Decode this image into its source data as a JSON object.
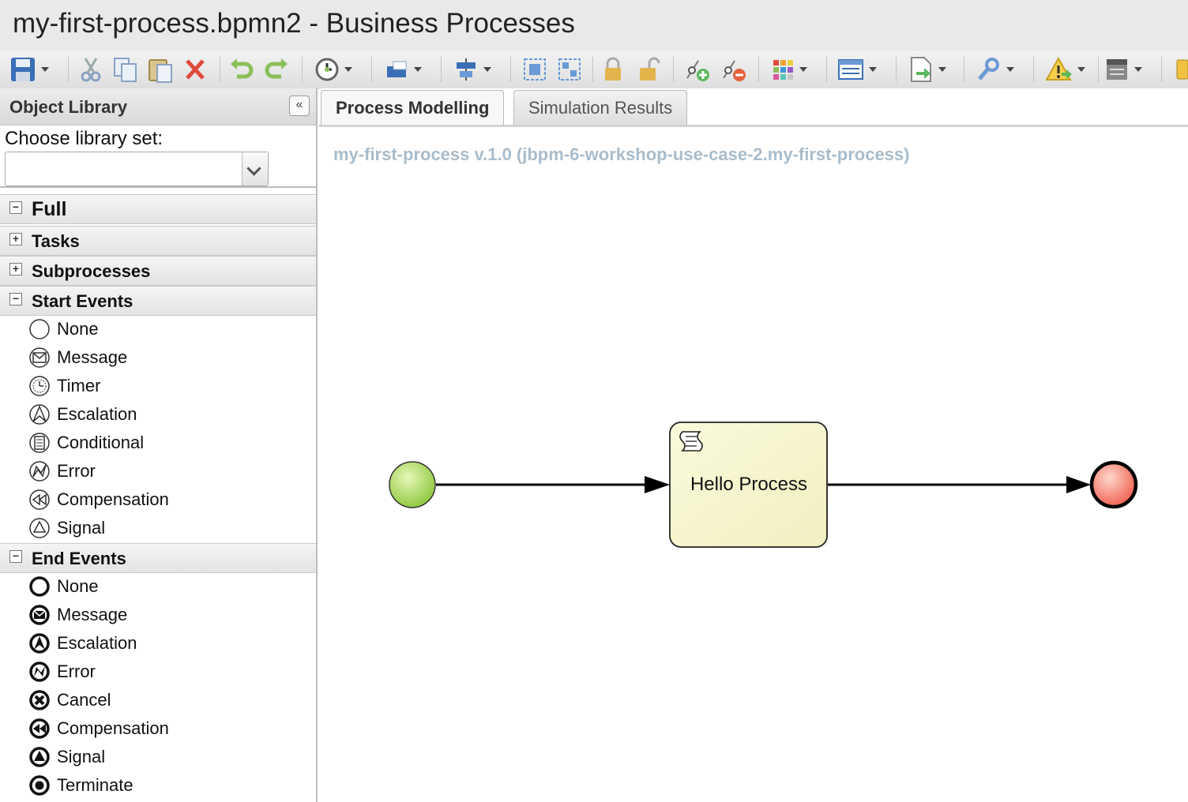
{
  "window": {
    "title": "my-first-process.bpmn2 - Business Processes"
  },
  "toolbar": {
    "icons": [
      "save-icon",
      "cut-icon",
      "copy-icon",
      "paste-icon",
      "delete-icon",
      "undo-icon",
      "redo-icon",
      "history-icon",
      "shape-icon",
      "align-icon",
      "group-icon",
      "ungroup-icon",
      "lock-icon",
      "unlock-icon",
      "add-docker-icon",
      "remove-docker-icon",
      "color-grid-icon",
      "properties-icon",
      "export-icon",
      "tools-icon",
      "validate-icon",
      "simulation-icon"
    ]
  },
  "library": {
    "header": "Object Library",
    "choose_label": "Choose library set:",
    "select_value": "",
    "sections": {
      "full": {
        "label": "Full",
        "state": "expanded"
      },
      "tasks": {
        "label": "Tasks",
        "state": "collapsed"
      },
      "subprocesses": {
        "label": "Subprocesses",
        "state": "collapsed"
      },
      "start_events": {
        "label": "Start Events",
        "state": "expanded",
        "items": [
          "None",
          "Message",
          "Timer",
          "Escalation",
          "Conditional",
          "Error",
          "Compensation",
          "Signal"
        ]
      },
      "end_events": {
        "label": "End Events",
        "state": "expanded",
        "items": [
          "None",
          "Message",
          "Escalation",
          "Error",
          "Cancel",
          "Compensation",
          "Signal",
          "Terminate"
        ]
      }
    },
    "expand_symbol": "⊞",
    "collapse_symbol": "⊟",
    "collapse_button": "«"
  },
  "tabs": {
    "modelling": "Process Modelling",
    "simulation": "Simulation Results",
    "active": "modelling"
  },
  "canvas": {
    "process_title": "my-first-process v.1.0 (jbpm-6-workshop-use-case-2.my-first-process)",
    "task_label": "Hello Process",
    "colors": {
      "start_fill": "#9fd43a",
      "end_fill": "#f36a5a",
      "task_fill": "#f7f6cc",
      "title": "#a9bccb"
    }
  }
}
